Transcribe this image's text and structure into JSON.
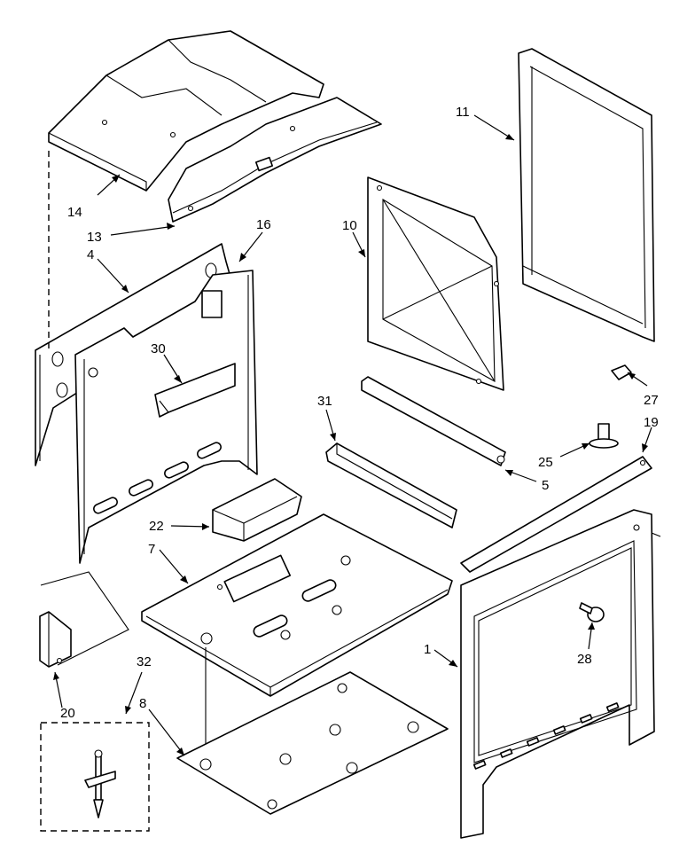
{
  "callouts": [
    {
      "id": "14",
      "label": "14"
    },
    {
      "id": "13",
      "label": "13"
    },
    {
      "id": "4",
      "label": "4"
    },
    {
      "id": "16",
      "label": "16"
    },
    {
      "id": "30",
      "label": "30"
    },
    {
      "id": "10",
      "label": "10"
    },
    {
      "id": "11",
      "label": "11"
    },
    {
      "id": "31",
      "label": "31"
    },
    {
      "id": "27",
      "label": "27"
    },
    {
      "id": "19",
      "label": "19"
    },
    {
      "id": "25",
      "label": "25"
    },
    {
      "id": "5",
      "label": "5"
    },
    {
      "id": "22",
      "label": "22"
    },
    {
      "id": "7",
      "label": "7"
    },
    {
      "id": "1",
      "label": "1"
    },
    {
      "id": "28",
      "label": "28"
    },
    {
      "id": "20",
      "label": "20"
    },
    {
      "id": "32",
      "label": "32"
    },
    {
      "id": "8",
      "label": "8"
    }
  ]
}
